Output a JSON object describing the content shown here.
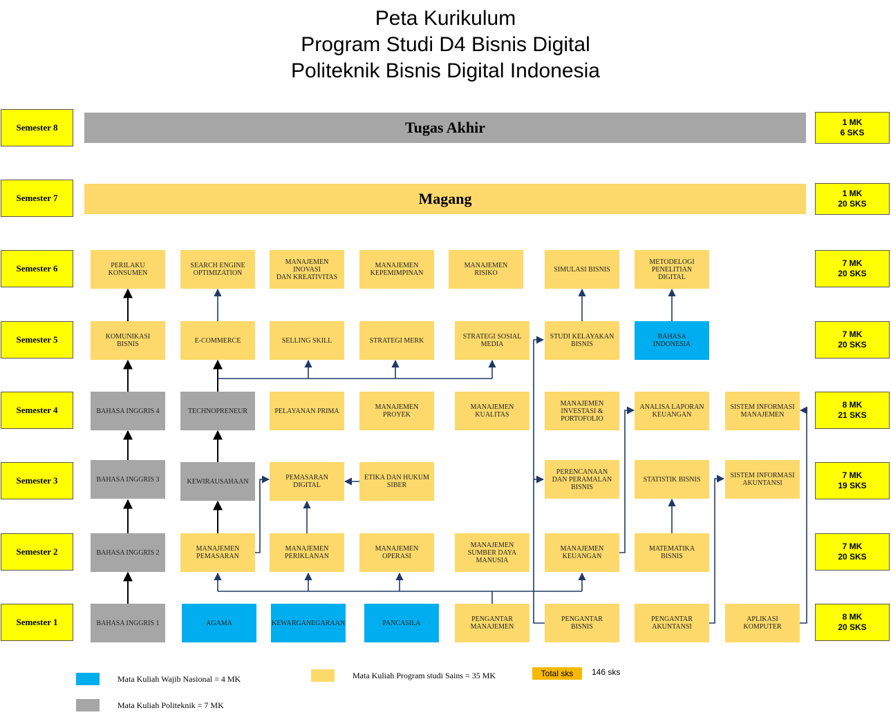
{
  "title": {
    "line1": "Peta Kurikulum",
    "line2": "Program Studi D4 Bisnis Digital",
    "line3": "Politeknik Bisnis Digital Indonesia"
  },
  "semesters": [
    "Semester 1",
    "Semester 2",
    "Semester 3",
    "Semester 4",
    "Semester 5",
    "Semester 6",
    "Semester 7",
    "Semester 8"
  ],
  "sks": [
    {
      "mk": "8 MK",
      "sks": "20 SKS"
    },
    {
      "mk": "7 MK",
      "sks": "20 SKS"
    },
    {
      "mk": "7 MK",
      "sks": "19 SKS"
    },
    {
      "mk": "8 MK",
      "sks": "21 SKS"
    },
    {
      "mk": "7 MK",
      "sks": "20 SKS"
    },
    {
      "mk": "7 MK",
      "sks": "20 SKS"
    },
    {
      "mk": "1 MK",
      "sks": "20 SKS"
    },
    {
      "mk": "1 MK",
      "sks": "6 SKS"
    }
  ],
  "bands": {
    "tugas_akhir": "Tugas Akhir",
    "magang": "Magang"
  },
  "courses": {
    "s1": [
      "BAHASA INGGRIS 1",
      "AGAMA",
      "KEWARGANEGARAAN",
      "PANCASILA",
      "PENGANTAR\nMANAJEMEN",
      "PENGANTAR\nBISNIS",
      "PENGANTAR\nAKUNTANSI",
      "APLIKASI\nKOMPUTER"
    ],
    "s2": [
      "BAHASA INGGRIS 2",
      "MANAJEMEN\nPEMASARAN",
      "MANAJEMEN\nPERIKLANAN",
      "MANAJEMEN\nOPERASI",
      "MANAJEMEN\nSUMBER DAYA\nMANUSIA",
      "MANAJEMEN\nKEUANGAN",
      "MATEMATIKA\nBISNIS"
    ],
    "s3": [
      "BAHASA INGGRIS 3",
      "KEWIRAUSAHAAN",
      "PEMASARAN\nDIGITAL",
      "ETIKA DAN HUKUM\nSIBER",
      "PERENCANAAN\nDAN PERAMALAN\nBISNIS",
      "STATISTIK BISNIS",
      "SISTEM INFORMASI\nAKUNTANSI"
    ],
    "s4": [
      "BAHASA INGGRIS 4",
      "TECHNOPRENEUR",
      "PELAYANAN PRIMA",
      "MANAJEMEN\nPROYEK",
      "MANAJEMEN\nKUALITAS",
      "MANAJEMEN\nINVESTASI &\nPORTOFOLIO",
      "ANALISA LAPORAN\nKEUANGAN",
      "SISTEM INFORMASI\nMANAJEMEN"
    ],
    "s5": [
      "KOMUNIKASI\nBISNIS",
      "E-COMMERCE",
      "SELLING SKILL",
      "STRATEGI MERK",
      "STRATEGI SOSIAL\nMEDIA",
      "STUDI KELAYAKAN\nBISNIS",
      "BAHASA\nINDONESIA"
    ],
    "s6": [
      "PERILAKU\nKONSUMEN",
      "SEARCH ENGINE\nOPTIMIZATION",
      "MANAJEMEN\nINOVASI\nDAN KREATIVITAS",
      "MANAJEMEN\nKEPEMIMPINAN",
      "MANAJEMEN\nRISIKO",
      "SIMULASI BISNIS",
      "METODELOGI\nPENELITIAN\nDIGITAL"
    ]
  },
  "legend": {
    "wajib": "Mata Kuliah Wajib Nasional = 4 MK",
    "politeknik": "Mata Kuliah Politeknik = 7 MK",
    "prodi": "Mata Kuliah Program studi Sains = 35 MK",
    "total_label": "Total sks",
    "total_value": "146 sks"
  },
  "colors": {
    "yellow": "#ffff00",
    "course": "#fcd96a",
    "politeknik": "#a6a6a6",
    "wajib": "#00aeef",
    "band_grey": "#a6a6a6",
    "arrow": "#1f3864",
    "total": "#f7b800"
  }
}
